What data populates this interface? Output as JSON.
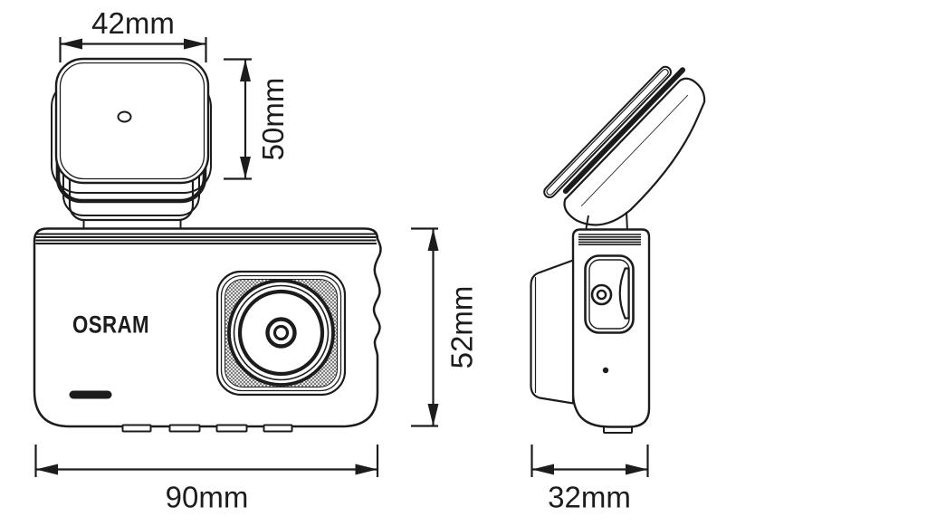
{
  "brand": "OSRAM",
  "labels": {
    "mount_width": "42mm",
    "mount_height": "50mm",
    "body_height": "52mm",
    "body_width": "90mm",
    "body_depth": "32mm"
  },
  "colors": {
    "line": "#1c1c1c",
    "background": "#ffffff",
    "lens_texture_gray": "#999999"
  }
}
